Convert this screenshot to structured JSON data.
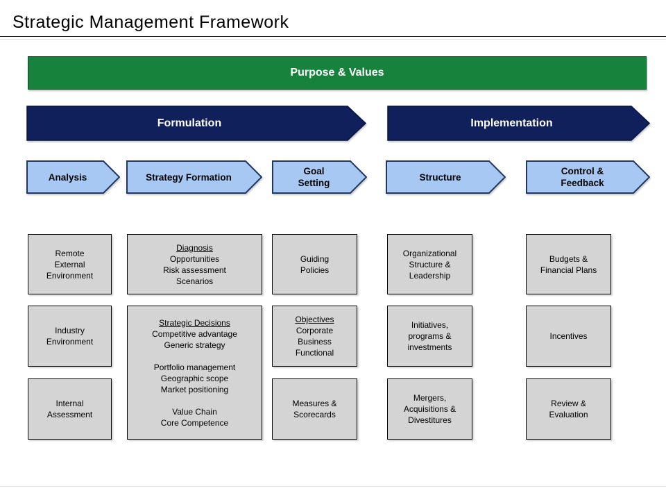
{
  "title": "Strategic Management Framework",
  "colors": {
    "green": "#17823C",
    "navy": "#10205A",
    "lightblue": "#A6C8F2",
    "blueborder": "#24365E",
    "boxgrey": "#D4D4D4"
  },
  "banner": {
    "label": "Purpose & Values"
  },
  "phases": [
    {
      "label": "Formulation"
    },
    {
      "label": "Implementation"
    }
  ],
  "steps": [
    {
      "label": "Analysis"
    },
    {
      "label": "Strategy Formation"
    },
    {
      "label": "Goal\nSetting"
    },
    {
      "label": "Structure"
    },
    {
      "label": "Control &\nFeedback"
    }
  ],
  "columns": [
    {
      "name": "analysis",
      "boxes": [
        {
          "lines": [
            {
              "text": "Remote"
            },
            {
              "text": "External"
            },
            {
              "text": "Environment"
            }
          ]
        },
        {
          "lines": [
            {
              "text": "Industry"
            },
            {
              "text": "Environment"
            }
          ]
        },
        {
          "lines": [
            {
              "text": "Internal"
            },
            {
              "text": "Assessment"
            }
          ]
        }
      ]
    },
    {
      "name": "strategy-formation",
      "boxes": [
        {
          "lines": [
            {
              "text": "Diagnosis",
              "underline": true
            },
            {
              "text": "Opportunities"
            },
            {
              "text": "Risk assessment"
            },
            {
              "text": "Scenarios"
            }
          ]
        },
        {
          "lines": [
            {
              "text": "Strategic Decisions",
              "underline": true
            },
            {
              "text": "Competitive advantage"
            },
            {
              "text": "Generic strategy"
            },
            {
              "text": ""
            },
            {
              "text": "Portfolio management"
            },
            {
              "text": "Geographic scope"
            },
            {
              "text": "Market positioning"
            },
            {
              "text": ""
            },
            {
              "text": "Value Chain"
            },
            {
              "text": "Core Competence"
            }
          ]
        }
      ]
    },
    {
      "name": "goal-setting",
      "boxes": [
        {
          "lines": [
            {
              "text": "Guiding"
            },
            {
              "text": "Policies"
            }
          ]
        },
        {
          "lines": [
            {
              "text": "Objectives",
              "underline": true
            },
            {
              "text": "Corporate"
            },
            {
              "text": "Business"
            },
            {
              "text": "Functional"
            }
          ]
        },
        {
          "lines": [
            {
              "text": "Measures &"
            },
            {
              "text": "Scorecards"
            }
          ]
        }
      ]
    },
    {
      "name": "structure",
      "boxes": [
        {
          "lines": [
            {
              "text": "Organizational"
            },
            {
              "text": "Structure &"
            },
            {
              "text": "Leadership"
            }
          ]
        },
        {
          "lines": [
            {
              "text": "Initiatives,"
            },
            {
              "text": "programs &"
            },
            {
              "text": "investments"
            }
          ]
        },
        {
          "lines": [
            {
              "text": "Mergers,"
            },
            {
              "text": "Acquisitions &"
            },
            {
              "text": "Divestitures"
            }
          ]
        }
      ]
    },
    {
      "name": "control-feedback",
      "boxes": [
        {
          "lines": [
            {
              "text": "Budgets &"
            },
            {
              "text": "Financial Plans"
            }
          ]
        },
        {
          "lines": [
            {
              "text": "Incentives"
            }
          ]
        },
        {
          "lines": [
            {
              "text": "Review &"
            },
            {
              "text": "Evaluation"
            }
          ]
        }
      ]
    }
  ]
}
